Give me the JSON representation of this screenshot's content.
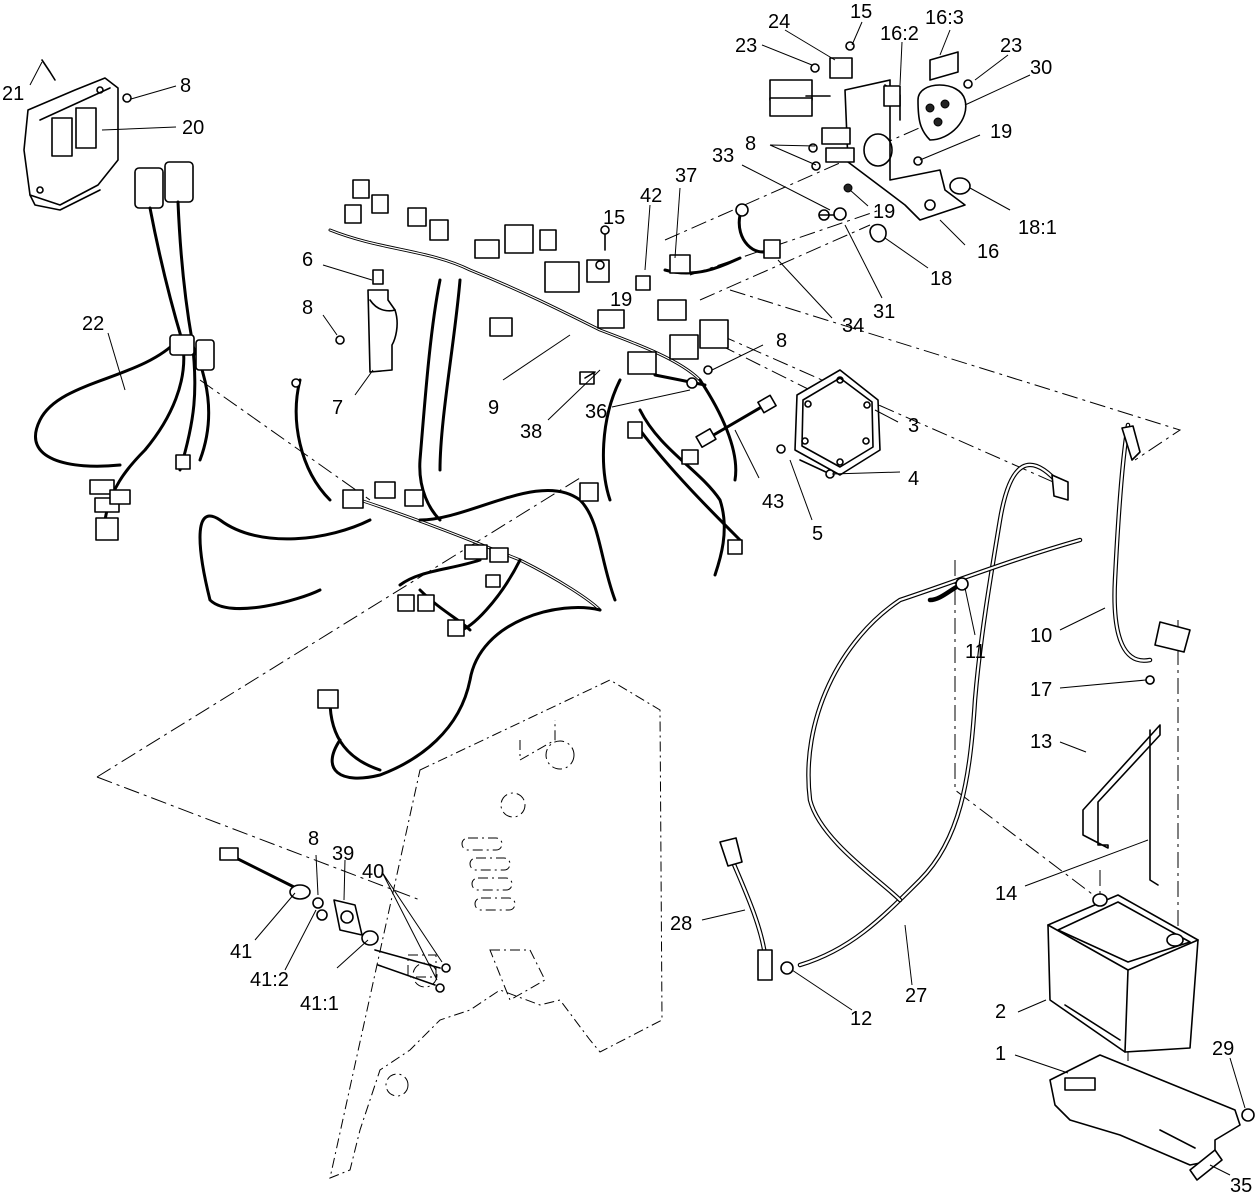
{
  "diagram": {
    "callouts": [
      {
        "id": "c-21",
        "text": "21"
      },
      {
        "id": "c-8-ecu",
        "text": "8"
      },
      {
        "id": "c-20",
        "text": "20"
      },
      {
        "id": "c-22",
        "text": "22"
      },
      {
        "id": "c-6",
        "text": "6"
      },
      {
        "id": "c-8-clamp",
        "text": "8"
      },
      {
        "id": "c-7",
        "text": "7"
      },
      {
        "id": "c-15-harness",
        "text": "15"
      },
      {
        "id": "c-42",
        "text": "42"
      },
      {
        "id": "c-37",
        "text": "37"
      },
      {
        "id": "c-33",
        "text": "33"
      },
      {
        "id": "c-19-harness",
        "text": "19"
      },
      {
        "id": "c-9",
        "text": "9"
      },
      {
        "id": "c-38",
        "text": "38"
      },
      {
        "id": "c-36",
        "text": "36"
      },
      {
        "id": "c-8-ground",
        "text": "8"
      },
      {
        "id": "c-3",
        "text": "3"
      },
      {
        "id": "c-4",
        "text": "4"
      },
      {
        "id": "c-5",
        "text": "5"
      },
      {
        "id": "c-43",
        "text": "43"
      },
      {
        "id": "c-34",
        "text": "34"
      },
      {
        "id": "c-31",
        "text": "31"
      },
      {
        "id": "c-18",
        "text": "18"
      },
      {
        "id": "c-24",
        "text": "24"
      },
      {
        "id": "c-15-bracket",
        "text": "15"
      },
      {
        "id": "c-16-2",
        "text": "16:2"
      },
      {
        "id": "c-16-3",
        "text": "16:3"
      },
      {
        "id": "c-23-left",
        "text": "23"
      },
      {
        "id": "c-23-right",
        "text": "23"
      },
      {
        "id": "c-30",
        "text": "30"
      },
      {
        "id": "c-8-bracket",
        "text": "8"
      },
      {
        "id": "c-19-bracket",
        "text": "19"
      },
      {
        "id": "c-19-bracket-lower",
        "text": "19"
      },
      {
        "id": "c-18-1",
        "text": "18:1"
      },
      {
        "id": "c-16",
        "text": "16"
      },
      {
        "id": "c-10",
        "text": "10"
      },
      {
        "id": "c-11",
        "text": "11"
      },
      {
        "id": "c-17",
        "text": "17"
      },
      {
        "id": "c-13",
        "text": "13"
      },
      {
        "id": "c-14",
        "text": "14"
      },
      {
        "id": "c-2",
        "text": "2"
      },
      {
        "id": "c-1",
        "text": "1"
      },
      {
        "id": "c-29",
        "text": "29"
      },
      {
        "id": "c-35",
        "text": "35"
      },
      {
        "id": "c-27",
        "text": "27"
      },
      {
        "id": "c-28",
        "text": "28"
      },
      {
        "id": "c-12",
        "text": "12"
      },
      {
        "id": "c-8-sensor",
        "text": "8"
      },
      {
        "id": "c-39",
        "text": "39"
      },
      {
        "id": "c-40",
        "text": "40"
      },
      {
        "id": "c-41",
        "text": "41"
      },
      {
        "id": "c-41-2",
        "text": "41:2"
      },
      {
        "id": "c-41-1",
        "text": "41:1"
      }
    ]
  }
}
